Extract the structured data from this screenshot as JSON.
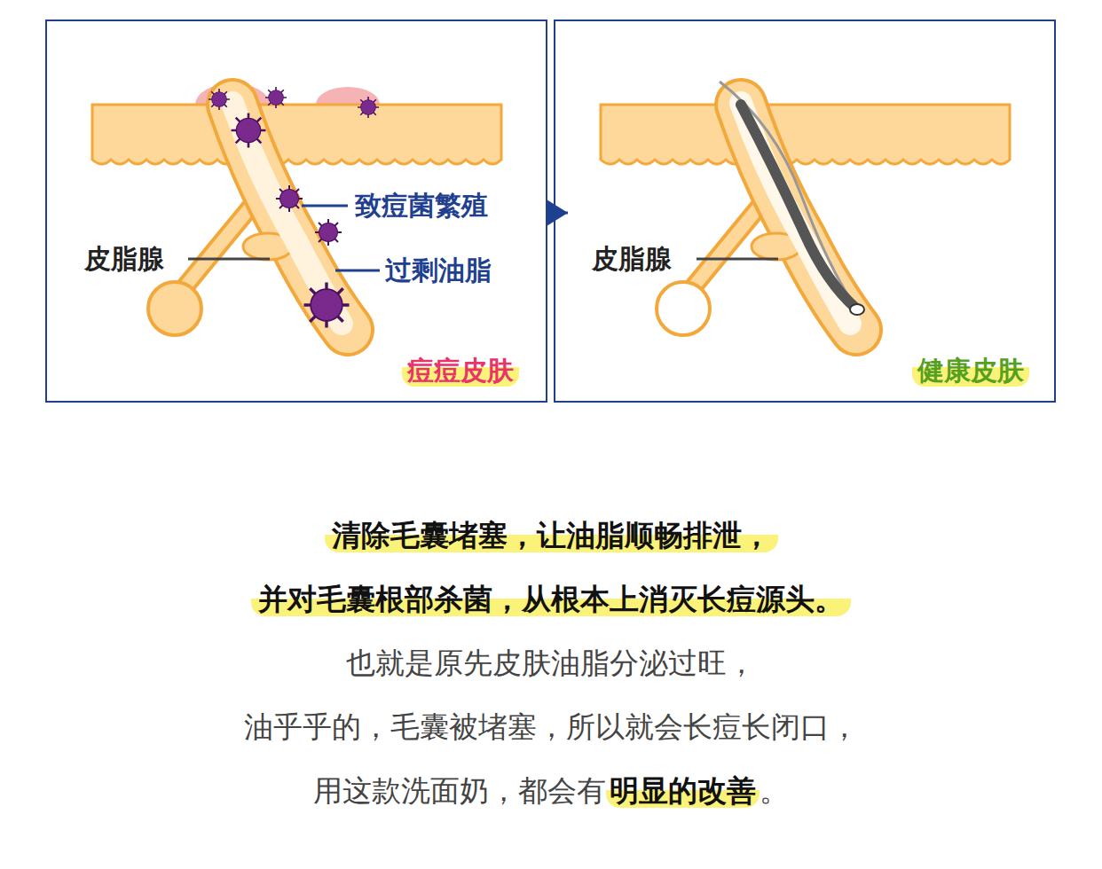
{
  "diagram": {
    "nodes": [
      {
        "text": [
          "致痘菌繁殖",
          "皮脂腺",
          "过剩油脂",
          "痘痘皮肤"
        ]
      },
      {
        "text": [
          "皮脂腺",
          "健康皮肤"
        ]
      }
    ],
    "edges": [
      {
        "from": 0,
        "to": 1,
        "arrow": "to"
      }
    ],
    "labels": [
      "清除毛囊堵塞，让油脂顺畅排泄，",
      "并对毛囊根部杀菌，从根本上消灭长痘源头。",
      "也就是原先皮肤油脂分泌过旺，",
      "油乎乎的，毛囊被堵塞，所以就会长痘长闭口，",
      "用这款洗面奶，都会有",
      "明显的改善",
      "。"
    ]
  }
}
